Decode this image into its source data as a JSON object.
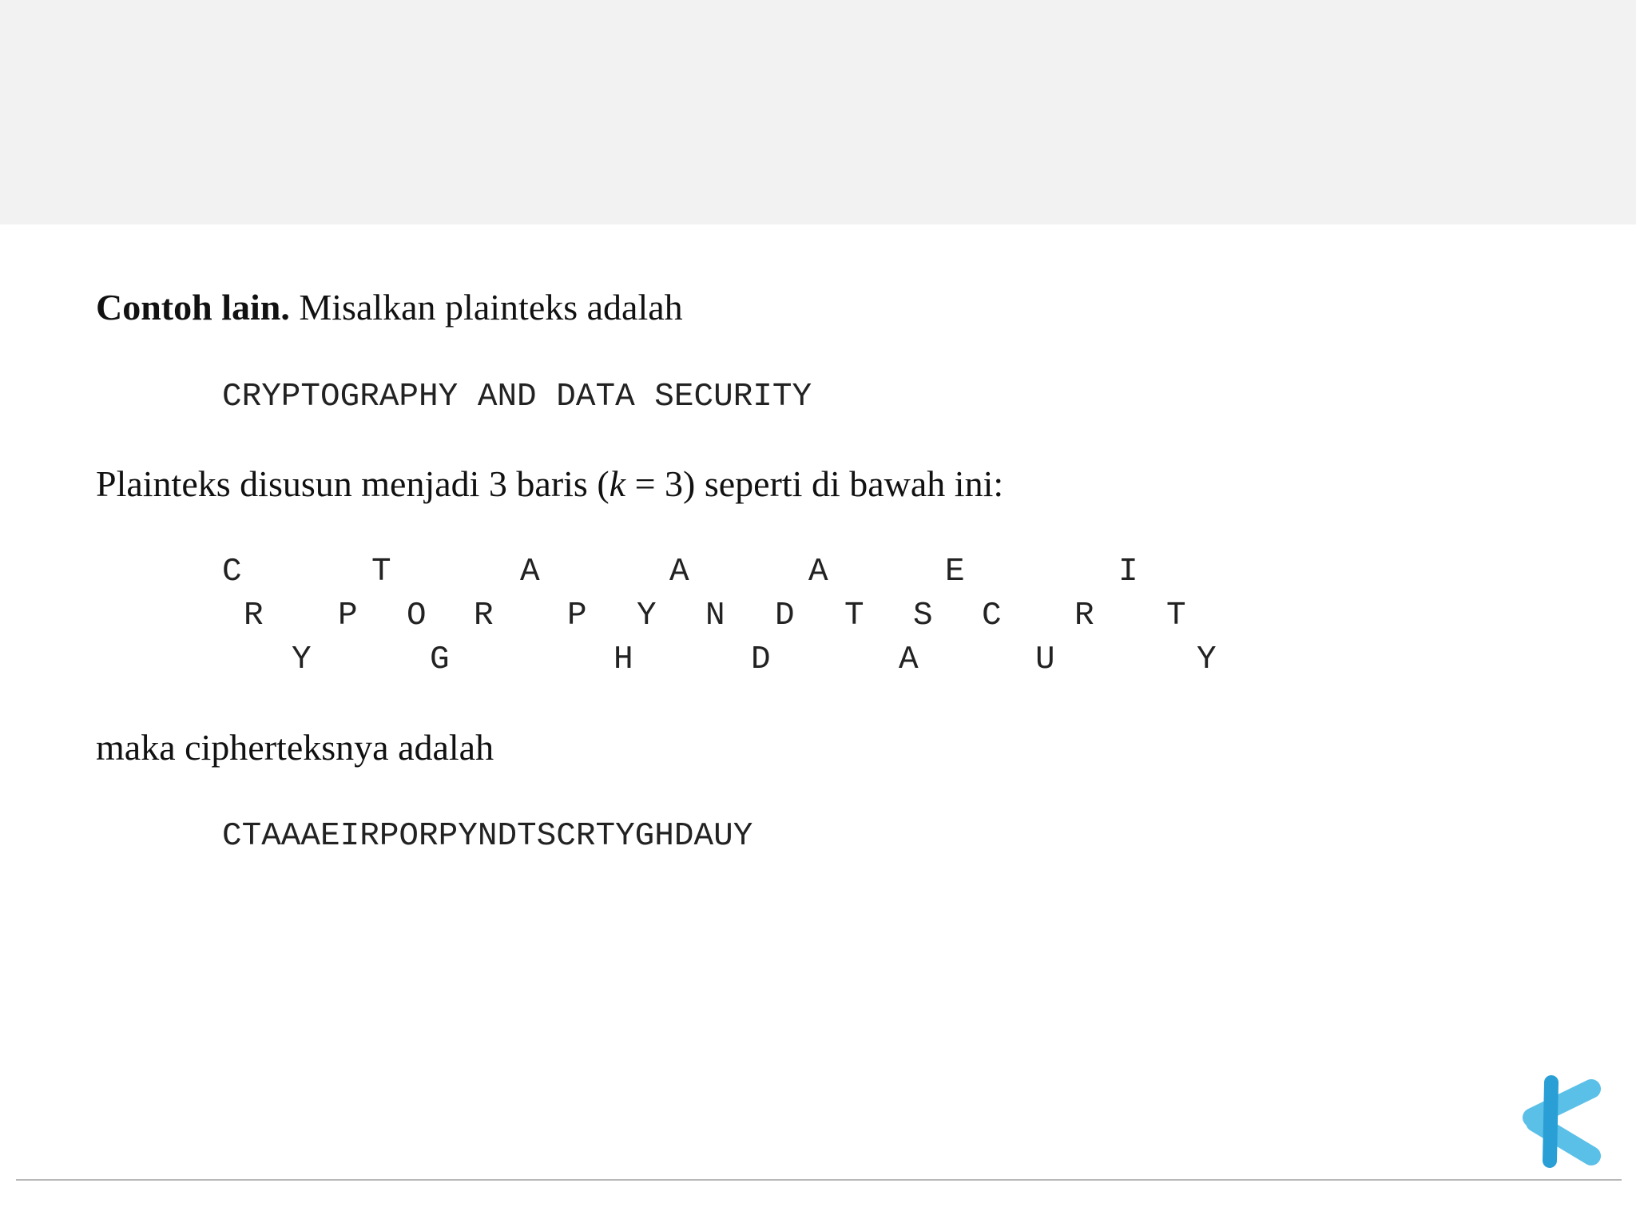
{
  "intro": {
    "bold": "Contoh lain.",
    "rest": " Misalkan plainteks adalah"
  },
  "plaintext": "CRYPTOGRAPHY AND DATA SECURITY",
  "arrangement": {
    "before": "Plainteks disusun menjadi 3 baris (",
    "variable": "k",
    "after": " = 3) seperti di bawah ini:"
  },
  "rails": {
    "row1": [
      "C",
      "T",
      "A",
      "A",
      "A",
      "E",
      "I"
    ],
    "row2": [
      "R",
      "P",
      "O",
      "R",
      "P",
      "Y",
      "N",
      "D",
      "T",
      "S",
      "C",
      "R",
      "T"
    ],
    "row3": [
      "Y",
      "G",
      "H",
      "D",
      "A",
      "U",
      "Y"
    ]
  },
  "result_label": "maka cipherteksnya adalah",
  "ciphertext": "CTAAAEIRPORPYNDTSCRTYGHDAUY",
  "colors": {
    "header_band": "#f2f2f2",
    "logo_light": "#5bc0e8",
    "logo_dark": "#2a9fd6"
  }
}
